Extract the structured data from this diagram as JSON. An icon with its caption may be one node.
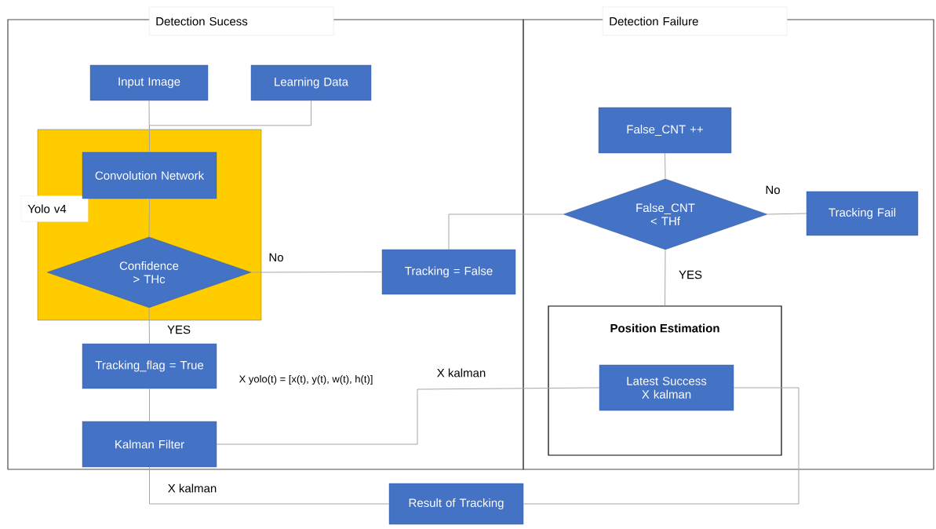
{
  "diagram": {
    "nodes": [
      {
        "text": [
          "Detection Sucess"
        ]
      },
      {
        "text": [
          "Detection Failure"
        ]
      },
      {
        "text": [
          "Input Image"
        ],
        "in": 0
      },
      {
        "text": [
          "Learning Data"
        ],
        "in": 0
      },
      {
        "text": [
          "Yolo v4"
        ],
        "in": 0
      },
      {
        "text": [
          "Convolution Network"
        ],
        "in": 4
      },
      {
        "text": [
          "Confidence > THc"
        ],
        "in": 4
      },
      {
        "text": [
          "Tracking_flag = True"
        ],
        "in": 0
      },
      {
        "text": [
          "Kalman Filter"
        ],
        "in": 0
      },
      {
        "text": [
          "Tracking = False"
        ],
        "in": 0
      },
      {
        "text": [
          "False_CNT ++"
        ],
        "in": 1
      },
      {
        "text": [
          "False_CNT < THf"
        ],
        "in": 1
      },
      {
        "text": [
          "Tracking Fail"
        ],
        "in": 1
      },
      {
        "text": [
          "Position Estimation"
        ],
        "in": 1
      },
      {
        "text": [
          "Latest Success X kalman"
        ],
        "in": 13
      },
      {
        "text": [
          "Result of Tracking"
        ]
      }
    ],
    "edges": [
      {
        "from": 2,
        "to": 5,
        "arrow": "none"
      },
      {
        "from": 3,
        "to": 5,
        "arrow": "none"
      },
      {
        "from": 5,
        "to": 6,
        "arrow": "none"
      },
      {
        "from": 6,
        "to": 9,
        "arrow": "none",
        "label": "No"
      },
      {
        "from": 6,
        "to": 7,
        "arrow": "none",
        "label": "YES"
      },
      {
        "from": 7,
        "to": 8,
        "arrow": "none"
      },
      {
        "from": 9,
        "to": 11,
        "arrow": "none"
      },
      {
        "from": 10,
        "to": 11,
        "arrow": "none"
      },
      {
        "from": 11,
        "to": 12,
        "arrow": "none",
        "label": "No"
      },
      {
        "from": 11,
        "to": 13,
        "arrow": "none",
        "label": "YES"
      },
      {
        "from": 8,
        "to": 14,
        "arrow": "none",
        "label": "X kalman"
      },
      {
        "from": 8,
        "to": 15,
        "arrow": "none",
        "label": "X kalman"
      },
      {
        "from": 14,
        "to": 15,
        "arrow": "none"
      }
    ],
    "labels": [
      "X yolo(t) = [x(t), y(t), w(t), h(t)]"
    ]
  }
}
